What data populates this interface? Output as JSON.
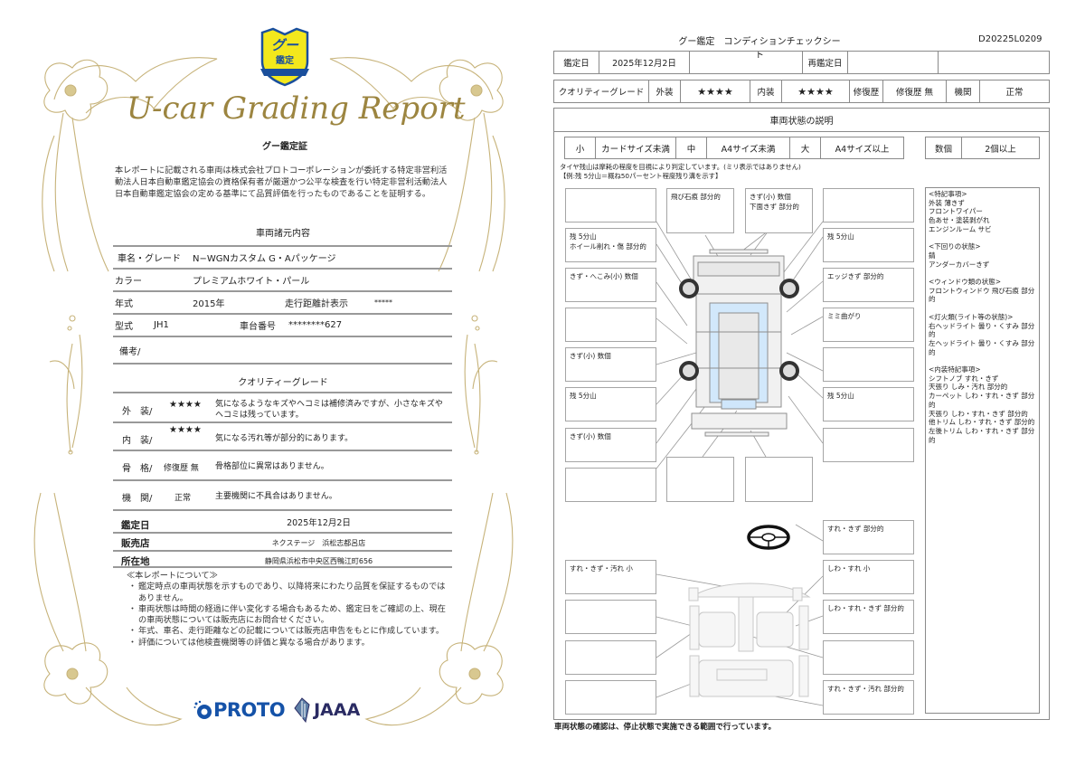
{
  "certificate": {
    "emblem": {
      "line1": "グー",
      "line2": "鑑定",
      "colors": {
        "fill": "#f3e81c",
        "border": "#1a4f9c"
      }
    },
    "script_title": "U-car Grading Report",
    "subtitle": "グー鑑定証",
    "intro": "本レポートに記載される車両は株式会社プロトコーポレーションが委託する特定非営利活動法人日本自動車鑑定協会の資格保有者が厳選かつ公平な検査を行い特定非営利活動法人日本自動車鑑定協会の定める基準にて品質評価を行ったものであることを証明する。",
    "spec_section_title": "車両諸元内容",
    "specs": {
      "name_label": "車名・グレード",
      "name_value": "N−WGNカスタム G・Aパッケージ",
      "color_label": "カラー",
      "color_value": "プレミアムホワイト・パール",
      "year_label": "年式",
      "year_value": "2015年",
      "odometer_label": "走行距離計表示",
      "odometer_value": "*****",
      "model_label": "型式",
      "model_value": "JH1",
      "chassis_label": "車台番号",
      "chassis_value": "********627",
      "remarks_label": "備考/"
    },
    "grade_section_title": "クオリティーグレード",
    "grades": [
      {
        "label": "外　装/",
        "value": "★★★★",
        "description": "気になるようなキズやヘコミは補修済みですが、小さなキズやヘコミは残っています。"
      },
      {
        "label": "内　装/",
        "value": "★★★★",
        "description": "気になる汚れ等が部分的にあります。"
      },
      {
        "label": "骨　格/",
        "value": "修復歴 無",
        "description": "骨格部位に異常はありません。"
      },
      {
        "label": "機　関/",
        "value": "正常",
        "description": "主要機関に不具合はありません。"
      }
    ],
    "info": {
      "date_label": "鑑定日",
      "date_value": "2025年12月2日",
      "shop_label": "販売店",
      "shop_value": "ネクステージ　浜松志都呂店",
      "address_label": "所在地",
      "address_value": "静岡県浜松市中央区西鴨江町656"
    },
    "notes_title": "≪本レポートについて≫",
    "notes": [
      "鑑定時点の車両状態を示すものであり、以降将来にわたり品質を保証するものではありません。",
      "車両状態は時間の経過に伴い変化する場合もあるため、鑑定日をご確認の上、現在の車両状態については販売店にお問合せください。",
      "年式、車名、走行距離などの記載については販売店申告をもとに作成しています。",
      "評価については他検査機関等の評価と異なる場合があります。"
    ],
    "logos": {
      "proto": "PROTO",
      "jaaa": "JAAA"
    },
    "colors": {
      "gold": "#b59f5a",
      "proto_blue": "#1552a8",
      "jaaa_navy": "#2a2b63"
    }
  },
  "sheet": {
    "title": "グー鑑定　コンディションチェックシート",
    "doc_id": "D20225L0209",
    "header": {
      "date_label": "鑑定日",
      "date_value": "2025年12月2日",
      "reinspection_label": "再鑑定日",
      "reinspection_value": ""
    },
    "grade_row": {
      "quality_label": "クオリティーグレード",
      "exterior_label": "外装",
      "exterior_value": "★★★★",
      "interior_label": "内装",
      "interior_value": "★★★★",
      "repair_label": "修復歴",
      "repair_value": "修復歴 無",
      "engine_label": "機関",
      "engine_value": "正常"
    },
    "section_title": "車両状態の説明",
    "size_legend": [
      {
        "label": "小",
        "value": "カードサイズ未満"
      },
      {
        "label": "中",
        "value": "A4サイズ未満"
      },
      {
        "label": "大",
        "value": "A4サイズ以上"
      }
    ],
    "count_legend": {
      "label": "数個",
      "value": "2個以上"
    },
    "tire_note_1": "タイヤ残山は摩耗の程度を目視により判定しています。(ミリ表示ではありません)",
    "tire_note_2": "【例:残 5分山＝概ね50パーセント程度残り溝を示す】",
    "exterior_boxes": {
      "top_left": "",
      "top_center_left": "飛び石痕 部分的",
      "top_center_right_1": "きず(小) 数個",
      "top_center_right_2": "下面きず 部分的",
      "top_right": "",
      "left_1_line1": "残 5分山",
      "left_1_line2": "ホイール削れ・傷 部分的",
      "left_2": "きず・へこみ(小) 数個",
      "left_3": "",
      "left_4": "きず(小) 数個",
      "left_5": "残 5分山",
      "left_6": "きず(小) 数個",
      "left_7": "",
      "right_1": "残 5分山",
      "right_2": "エッジきず 部分的",
      "right_3": "ミミ曲がり",
      "right_4": "",
      "right_5": "残 5分山",
      "right_6": "",
      "bottom_left": "",
      "bottom_right": ""
    },
    "interior_boxes": {
      "steering": "すれ・きず 部分的",
      "left_1": "すれ・きず・汚れ 小",
      "left_2": "",
      "left_3": "",
      "left_4": "",
      "right_1": "しわ・すれ 小",
      "right_2": "しわ・すれ・きず 部分的",
      "right_3": "",
      "right_4": "すれ・きず・汚れ 部分的"
    },
    "notes_panel": [
      {
        "heading": "<特記事項>",
        "items": [
          "外装 薄きず",
          "フロントワイパー",
          "色あせ・塗装剥がれ",
          "エンジンルーム サビ"
        ]
      },
      {
        "heading": "<下回りの状態>",
        "items": [
          "錆",
          "アンダーカバーきず"
        ]
      },
      {
        "heading": "<ウィンドウ類の状態>",
        "items": [
          "フロントウィンドウ 飛び石痕 部分的"
        ]
      },
      {
        "heading": "<灯火類(ライト等の状態)>",
        "items": [
          "右ヘッドライト 曇り・くすみ 部分的",
          "左ヘッドライト 曇り・くすみ 部分的"
        ]
      },
      {
        "heading": "<内装特記事項>",
        "items": [
          "シフトノブ すれ・きず",
          "天張り しみ・汚れ 部分的",
          "カーペット しわ・すれ・きず 部分的",
          "天張り しわ・すれ・きず 部分的",
          "他トリム しわ・すれ・きず 部分的",
          "左後トリム しわ・すれ・きず 部分的"
        ]
      }
    ],
    "footer_note": "車両状態の確認は、停止状態で実施できる範囲で行っています。",
    "colors": {
      "border": "#8a8a8a",
      "glass": "#cfe6fb",
      "body": "#eeeeee"
    }
  }
}
